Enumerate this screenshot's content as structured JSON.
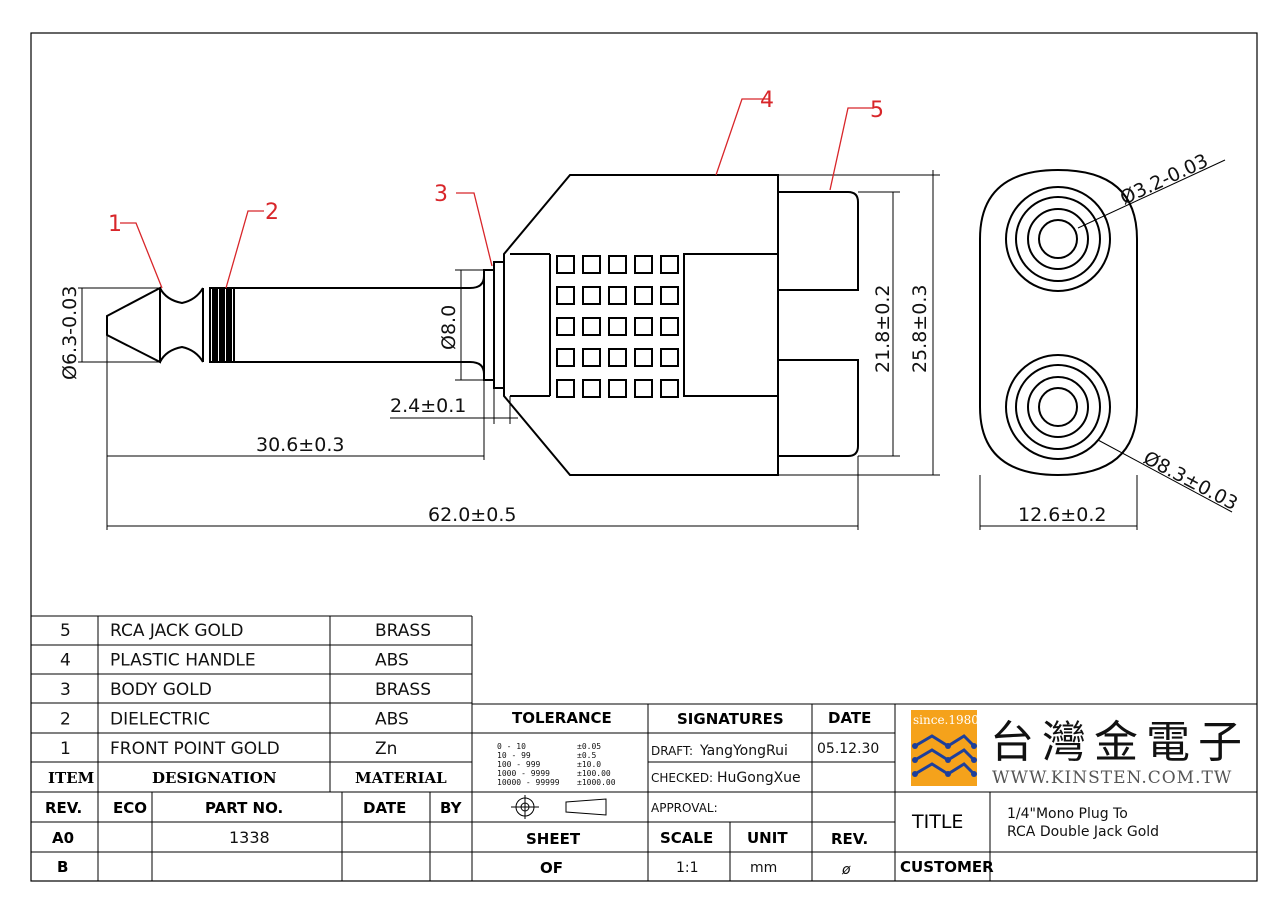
{
  "balloons": [
    "1",
    "2",
    "3",
    "4",
    "5"
  ],
  "dimensions": {
    "tip_dia": "Ø6.3-0.03",
    "shaft_dia": "Ø8.0",
    "flange": "2.4±0.1",
    "plug_len": "30.6±0.3",
    "total_len": "62.0±0.5",
    "jack_span": "21.8±0.2",
    "body_height": "25.8±0.3",
    "hole_small": "Ø3.2-0.03",
    "hole_large": "Ø8.3±0.03",
    "end_width": "12.6±0.2"
  },
  "bom": {
    "rows": [
      {
        "item": "5",
        "designation": "RCA JACK GOLD",
        "material": "BRASS"
      },
      {
        "item": "4",
        "designation": "PLASTIC HANDLE",
        "material": "ABS"
      },
      {
        "item": "3",
        "designation": "BODY GOLD",
        "material": "BRASS"
      },
      {
        "item": "2",
        "designation": "DIELECTRIC",
        "material": "ABS"
      },
      {
        "item": "1",
        "designation": "FRONT POINT GOLD",
        "material": "Zn"
      }
    ],
    "header": {
      "item": "ITEM",
      "designation": "DESIGNATION",
      "material": "MATERIAL"
    }
  },
  "revision": {
    "headers": [
      "REV.",
      "ECO",
      "PART NO.",
      "DATE",
      "BY"
    ],
    "rows": [
      {
        "rev": "A0",
        "eco": "",
        "part": "1338",
        "date": "",
        "by": ""
      },
      {
        "rev": "B",
        "eco": "",
        "part": "",
        "date": "",
        "by": ""
      }
    ]
  },
  "tolerance": {
    "title": "TOLERANCE",
    "ranges": [
      "0 - 10",
      "10 - 99",
      "100 - 999",
      "1000 - 9999",
      "10000 - 99999"
    ],
    "values": [
      "±0.05",
      "±0.5",
      "±10.0",
      "±100.00",
      "±1000.00"
    ]
  },
  "signatures": {
    "title": "SIGNATURES",
    "date_title": "DATE",
    "draft_label": "DRAFT:",
    "draft": "YangYongRui",
    "draft_date": "05.12.30",
    "checked_label": "CHECKED:",
    "checked": "HuGongXue",
    "approval_label": "APPROVAL:"
  },
  "sheet": {
    "sheet_label": "SHEET",
    "of_label": "OF",
    "scale_label": "SCALE",
    "scale": "1:1",
    "unit_label": "UNIT",
    "unit": "mm",
    "rev_label": "REV.",
    "rev": "ø"
  },
  "company": {
    "since": "since.1980",
    "name": "台灣金電子",
    "url": "WWW.KINSTEN.COM.TW"
  },
  "title_block": {
    "title_label": "TITLE",
    "title_line1": "1/4\"Mono Plug To",
    "title_line2": "RCA Double Jack Gold",
    "customer_label": "CUSTOMER"
  },
  "colors": {
    "callout": "#d8262a",
    "line": "#000000",
    "logo_orange": "#f5a21b",
    "logo_blue": "#1d3f9b"
  }
}
